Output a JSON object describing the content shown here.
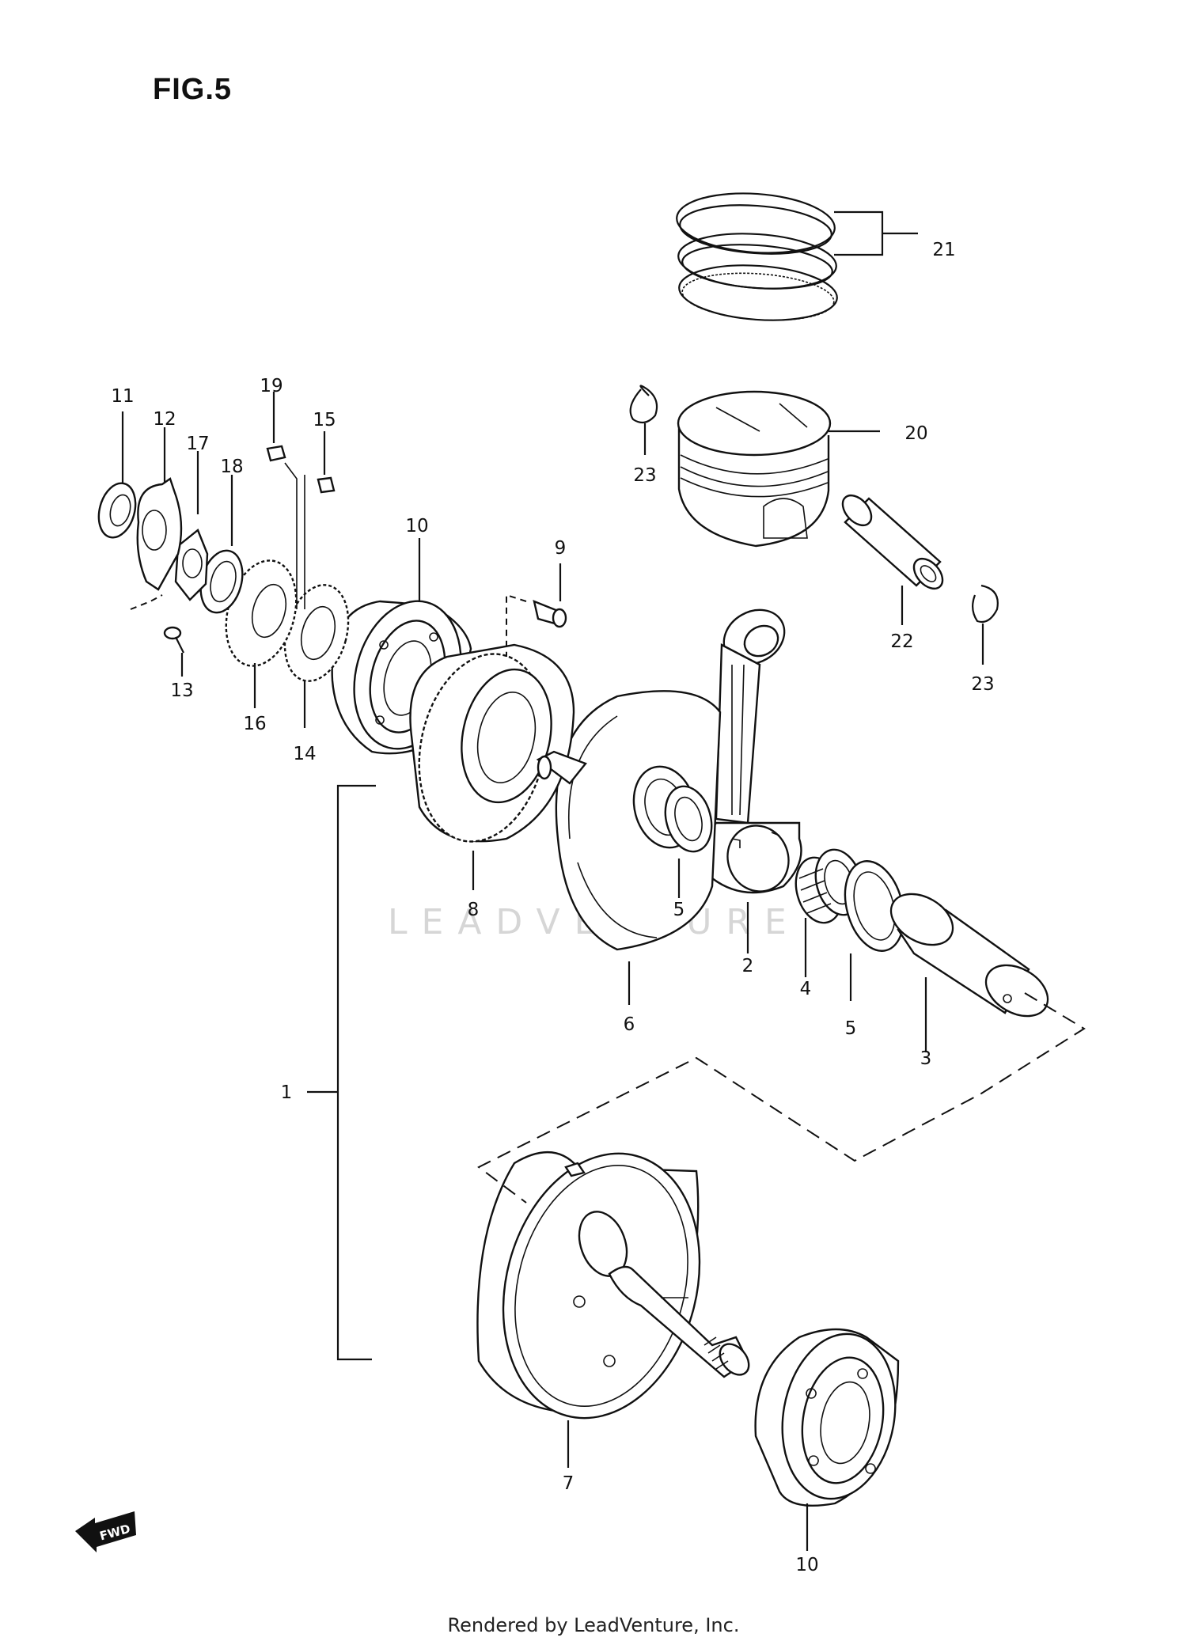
{
  "figure_title": "FIG.5",
  "footer_text": "Rendered by LeadVenture, Inc.",
  "watermark_text": "LEADVENTURE",
  "fwd_badge": "FWD",
  "callouts": [
    {
      "id": "1",
      "label": "1"
    },
    {
      "id": "2",
      "label": "2"
    },
    {
      "id": "3",
      "label": "3"
    },
    {
      "id": "4",
      "label": "4"
    },
    {
      "id": "5a",
      "label": "5"
    },
    {
      "id": "5b",
      "label": "5"
    },
    {
      "id": "6",
      "label": "6"
    },
    {
      "id": "7",
      "label": "7"
    },
    {
      "id": "8",
      "label": "8"
    },
    {
      "id": "9",
      "label": "9"
    },
    {
      "id": "10a",
      "label": "10"
    },
    {
      "id": "10b",
      "label": "10"
    },
    {
      "id": "11",
      "label": "11"
    },
    {
      "id": "12",
      "label": "12"
    },
    {
      "id": "13",
      "label": "13"
    },
    {
      "id": "14",
      "label": "14"
    },
    {
      "id": "15",
      "label": "15"
    },
    {
      "id": "16",
      "label": "16"
    },
    {
      "id": "17",
      "label": "17"
    },
    {
      "id": "18",
      "label": "18"
    },
    {
      "id": "19",
      "label": "19"
    },
    {
      "id": "20",
      "label": "20"
    },
    {
      "id": "21",
      "label": "21"
    },
    {
      "id": "22",
      "label": "22"
    },
    {
      "id": "23a",
      "label": "23"
    },
    {
      "id": "23b",
      "label": "23"
    }
  ]
}
